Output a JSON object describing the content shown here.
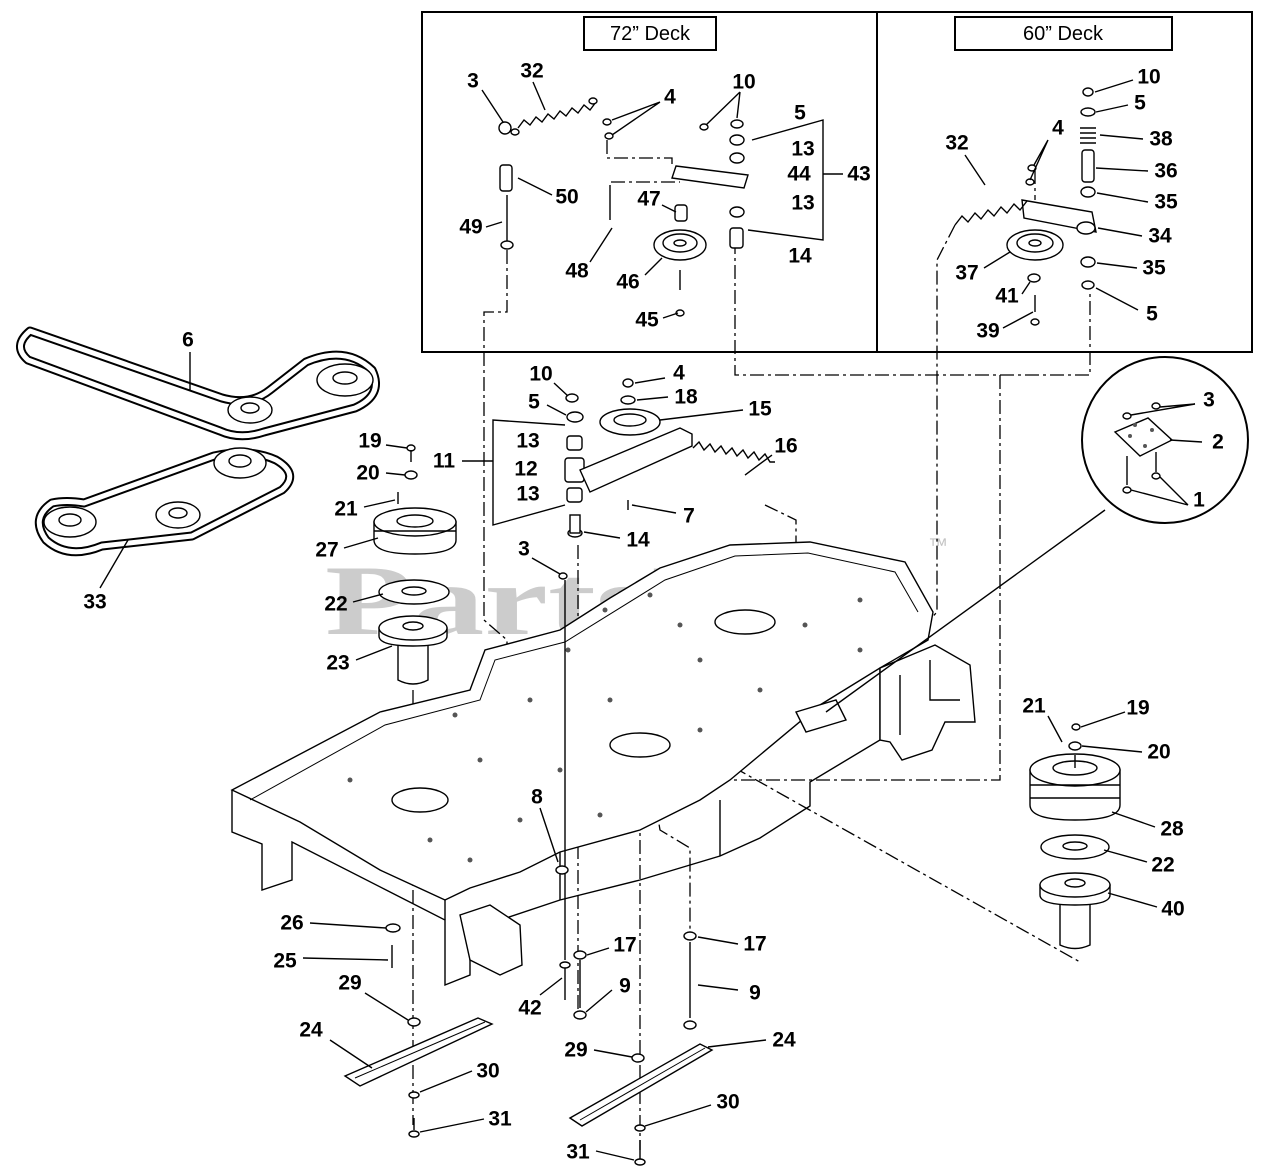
{
  "deck_72": {
    "title": "72” Deck",
    "callouts": [
      "3",
      "32",
      "4",
      "10",
      "5",
      "13",
      "44",
      "43",
      "13",
      "14",
      "50",
      "47",
      "49",
      "48",
      "46",
      "45"
    ]
  },
  "deck_60": {
    "title": "60” Deck",
    "callouts": [
      "10",
      "5",
      "38",
      "36",
      "35",
      "34",
      "35",
      "5",
      "32",
      "4",
      "37",
      "41",
      "39"
    ]
  },
  "belts": {
    "callouts": [
      "6",
      "33"
    ]
  },
  "idler": {
    "callouts": [
      "10",
      "4",
      "18",
      "15",
      "5",
      "13",
      "12",
      "13",
      "11",
      "16",
      "7",
      "14",
      "3"
    ]
  },
  "left_spindle": {
    "callouts": [
      "19",
      "20",
      "21",
      "27",
      "22",
      "23"
    ]
  },
  "detail": {
    "callouts": [
      "3",
      "2",
      "1"
    ]
  },
  "right_spindle": {
    "callouts": [
      "21",
      "19",
      "20",
      "28",
      "22",
      "40"
    ]
  },
  "lower": {
    "callouts": [
      "8",
      "26",
      "25",
      "29",
      "24",
      "30",
      "31",
      "17",
      "42",
      "9",
      "17",
      "9",
      "29",
      "24",
      "30",
      "31"
    ]
  },
  "watermark": {
    "text": "PartsTree",
    "mark": "™"
  }
}
